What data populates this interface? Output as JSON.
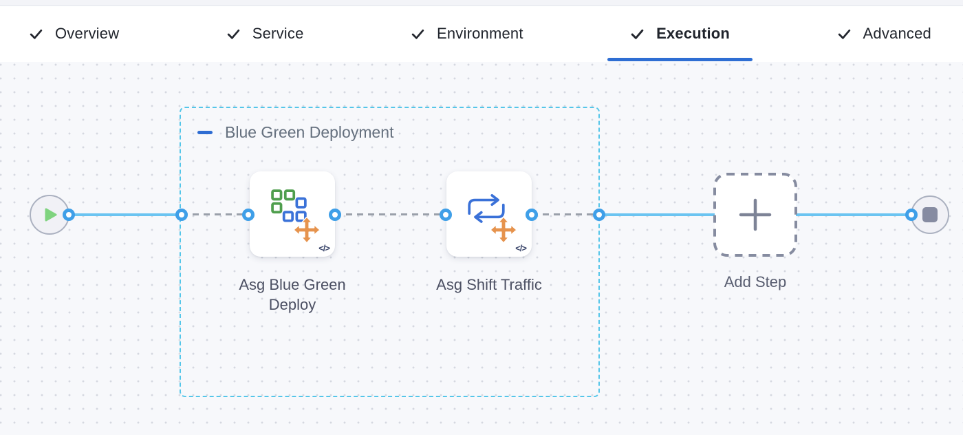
{
  "tab_bar": {
    "tabs": [
      {
        "label": "Overview",
        "checked": true,
        "active": false
      },
      {
        "label": "Service",
        "checked": true,
        "active": false
      },
      {
        "label": "Environment",
        "checked": true,
        "active": false
      },
      {
        "label": "Execution",
        "checked": true,
        "active": true
      },
      {
        "label": "Advanced",
        "checked": true,
        "active": false
      }
    ]
  },
  "canvas": {
    "start_node": {
      "icon": "play-icon"
    },
    "end_node": {
      "icon": "stop-icon"
    },
    "group": {
      "label": "Blue Green Deployment",
      "collapse_icon": "minus-icon"
    },
    "steps": [
      {
        "label": "Asg Blue Green Deploy",
        "icon": "asg-blue-green-deploy-icon",
        "code_glyph": "</>"
      },
      {
        "label": "Asg Shift Traffic",
        "icon": "asg-shift-traffic-icon",
        "code_glyph": "</>"
      }
    ],
    "add_step": {
      "label": "Add Step",
      "icon": "plus-icon"
    }
  },
  "colors": {
    "accent_blue": "#2e6ed3",
    "edge_blue": "#6bc4f1",
    "port_blue": "#3f9fe8",
    "edge_dash_gray": "#9aa0aa",
    "group_border_cyan": "#55c6e9",
    "play_green": "#7fd37f",
    "icon_green": "#4f9e4d",
    "icon_blue": "#3b72d8",
    "icon_orange": "#e6934d",
    "neutral_gray": "#868ba1"
  }
}
